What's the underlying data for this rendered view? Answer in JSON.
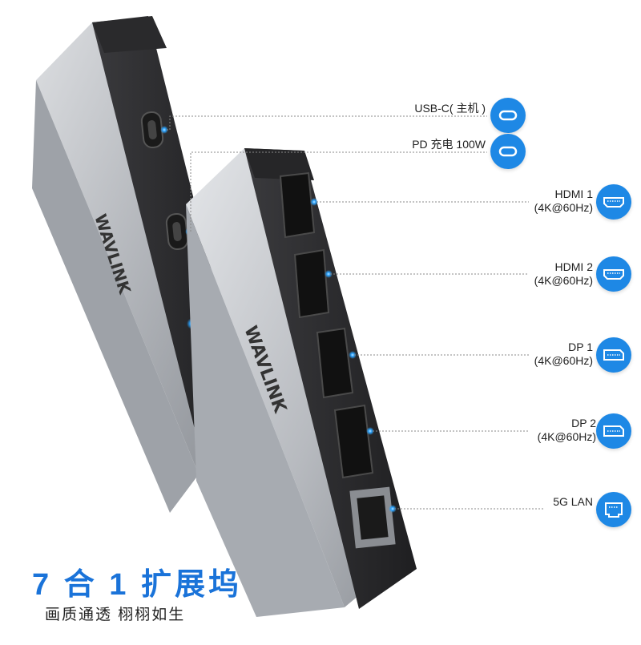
{
  "brand": "WAVLINK",
  "headline": "7 合 1 扩展坞",
  "subheadline": "画质通透 栩栩如生",
  "ports": [
    {
      "label_line1": "USB-C( 主机 )",
      "label_line2": "",
      "icon": "usb-c-icon"
    },
    {
      "label_line1": "PD 充电 100W",
      "label_line2": "",
      "icon": "usb-c-icon"
    },
    {
      "label_line1": "HDMI 1",
      "label_line2": "(4K@60Hz)",
      "icon": "hdmi-icon"
    },
    {
      "label_line1": "HDMI 2",
      "label_line2": "(4K@60Hz)",
      "icon": "hdmi-icon"
    },
    {
      "label_line1": "DP 1",
      "label_line2": "(4K@60Hz)",
      "icon": "displayport-icon"
    },
    {
      "label_line1": "DP 2",
      "label_line2": "(4K@60Hz)",
      "icon": "displayport-icon"
    },
    {
      "label_line1": "5G LAN",
      "label_line2": "",
      "icon": "ethernet-icon"
    }
  ],
  "colors": {
    "accent": "#1e88e5",
    "headline": "#1a73d9",
    "body_aluminum": "#b9bcc1",
    "port_panel": "#2b2b2d"
  }
}
